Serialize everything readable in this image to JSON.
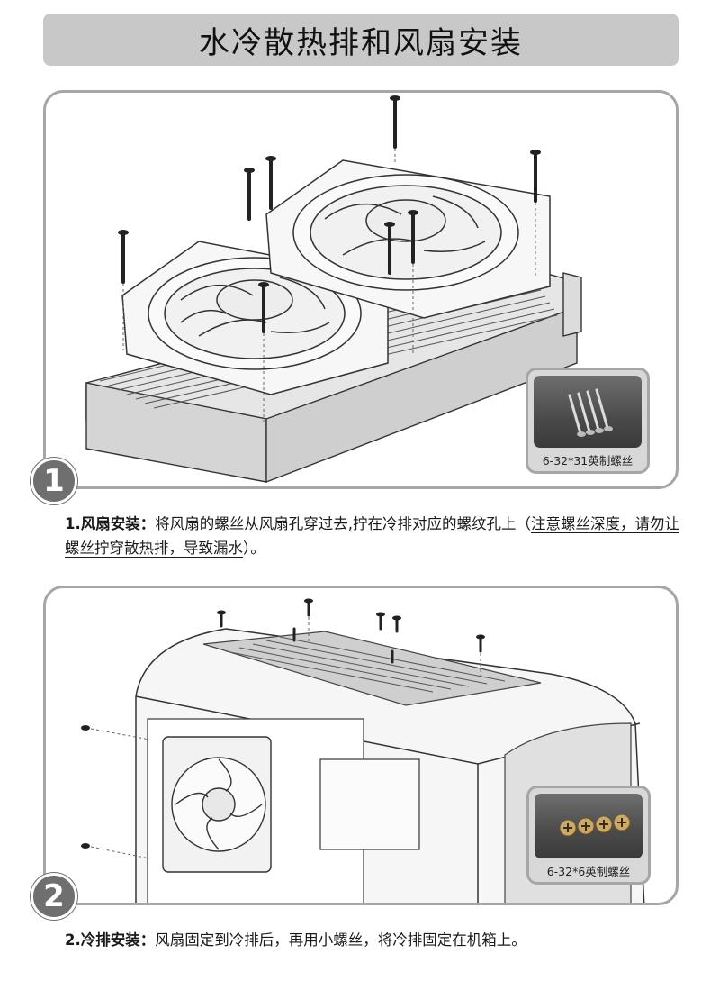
{
  "header": {
    "title": "水冷散热排和风扇安装"
  },
  "steps": [
    {
      "number": "1",
      "lead": "1.风扇安装：",
      "text": "将风扇的螺丝从风扇孔穿过去,拧在冷排对应的螺纹孔上（",
      "note": "注意螺丝深度，请勿让螺丝拧穿散热排，导致漏水",
      "tail": "）。",
      "screw_label": "6-32*31英制螺丝"
    },
    {
      "number": "2",
      "lead": "2.冷排安装：",
      "text": "风扇固定到冷排后，再用小螺丝，将冷排固定在机箱上。",
      "screw_label": "6-32*6英制螺丝"
    }
  ],
  "colors": {
    "title_bg": "#c8c8c8",
    "panel_border": "#a6a6a6",
    "badge": "#6f6f6f"
  }
}
